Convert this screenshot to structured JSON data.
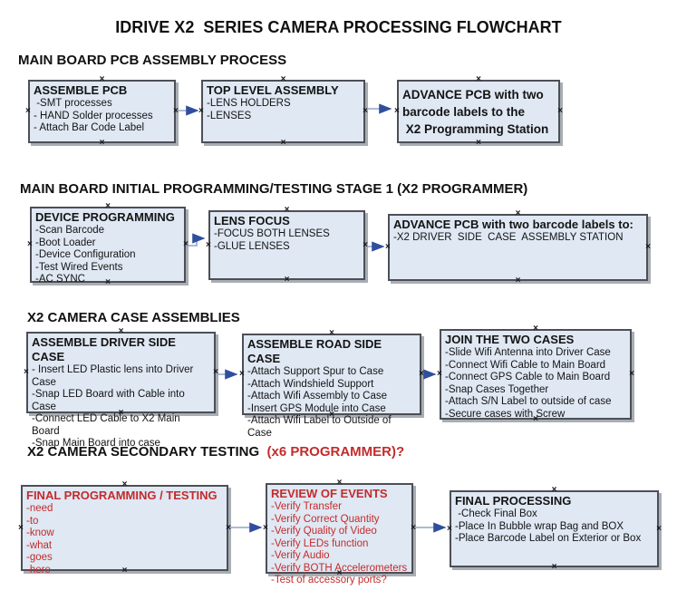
{
  "title": "IDRIVE X2  SERIES CAMERA PROCESSING FLOWCHART",
  "glyphs": {
    "connection_point": "×"
  },
  "colors": {
    "box_fill": "#dfe8f3",
    "box_border": "#4c4f55",
    "box_shadow": "#a9adb4",
    "arrow_shaft": "#8ea6c8",
    "arrow_head": "#2f4f9e",
    "red_text": "#c42b2b",
    "black_text": "#141414"
  },
  "sections": [
    {
      "header": {
        "text": "MAIN BOARD PCB ASSEMBLY PROCESS",
        "suffix": ""
      },
      "boxes": [
        {
          "title": "ASSEMBLE PCB",
          "items": [
            " -SMT processes",
            "- HAND Solder processes",
            "- Attach Bar Code Label"
          ]
        },
        {
          "title": "TOP LEVEL ASSEMBLY",
          "items": [
            "-LENS HOLDERS",
            "-LENSES"
          ]
        },
        {
          "title": "",
          "bold_lines": [
            "ADVANCE PCB with two",
            "barcode labels to the",
            " X2 Programming Station"
          ]
        }
      ]
    },
    {
      "header": {
        "text": "MAIN BOARD INITIAL PROGRAMMING/TESTING STAGE 1 (X2 PROGRAMMER)",
        "suffix": ""
      },
      "boxes": [
        {
          "title": "DEVICE PROGRAMMING",
          "items": [
            "-Scan Barcode",
            "-Boot Loader",
            "-Device Configuration",
            "-Test Wired Events",
            "-AC SYNC"
          ]
        },
        {
          "title": "LENS FOCUS",
          "items": [
            "-FOCUS BOTH LENSES",
            "-GLUE LENSES"
          ]
        },
        {
          "title": "ADVANCE PCB with two barcode labels to:",
          "items": [
            "-X2 DRIVER  SIDE  CASE  ASSEMBLY STATION"
          ]
        }
      ]
    },
    {
      "header": {
        "text": "X2 CAMERA CASE ASSEMBLIES",
        "suffix": ""
      },
      "boxes": [
        {
          "title": "ASSEMBLE DRIVER SIDE CASE",
          "items": [
            "- Insert LED Plastic lens into Driver Case",
            "-Snap LED Board with Cable into Case",
            "-Connect LED Cable to X2 Main Board",
            "-Snap Main Board into case"
          ]
        },
        {
          "title": "ASSEMBLE ROAD SIDE CASE",
          "items": [
            "-Attach Support Spur to Case",
            "-Attach Windshield Support",
            "-Attach Wifi Assembly to Case",
            "-Insert GPS Module into Case",
            "-Attach Wifi Label to Outside of Case"
          ]
        },
        {
          "title": "JOIN THE TWO CASES",
          "items": [
            "-Slide Wifi Antenna into Driver Case",
            "-Connect Wifi Cable to Main Board",
            "-Connect GPS Cable to Main Board",
            "-Snap Cases Together",
            "-Attach S/N Label to outside of case",
            "-Secure cases with Screw"
          ]
        }
      ]
    },
    {
      "header": {
        "text": "X2 CAMERA SECONDARY TESTING  ",
        "suffix": "(x6 PROGRAMMER)?"
      },
      "boxes": [
        {
          "title": "FINAL PROGRAMMING / TESTING",
          "style": "red",
          "items": [
            "-need",
            "-to",
            "-know",
            "-what",
            "-goes",
            "-here"
          ]
        },
        {
          "title": "REVIEW OF EVENTS",
          "style": "red",
          "items": [
            "-Verify Transfer",
            "-Verify Correct Quantity",
            "-Verify Quality of Video",
            "-Verify LEDs function",
            "-Verify Audio",
            "-Verify BOTH Accelerometers",
            "-Test of accessory ports?"
          ]
        },
        {
          "title": "FINAL PROCESSING",
          "items": [
            " -Check Final Box",
            "-Place In Bubble wrap Bag and BOX",
            "-Place Barcode Label on Exterior or Box"
          ]
        }
      ]
    }
  ]
}
